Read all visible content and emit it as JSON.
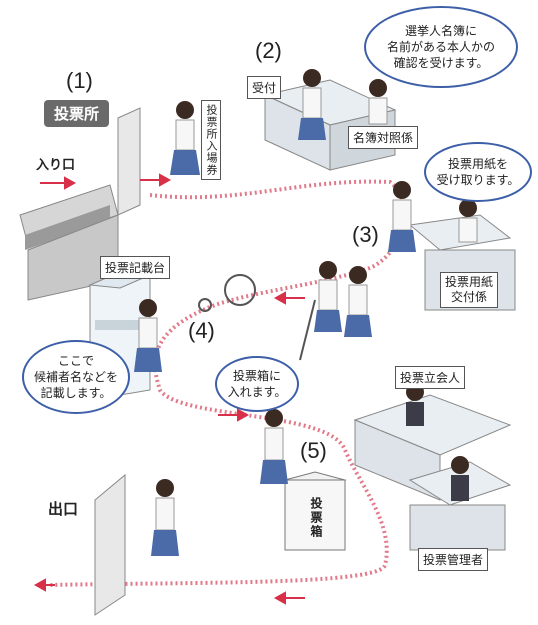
{
  "steps": {
    "s1": "(1)",
    "s2": "(2)",
    "s3": "(3)",
    "s4": "(4)",
    "s5": "(5)"
  },
  "labels": {
    "polling_station": "投票所",
    "entrance": "入り口",
    "exit": "出口",
    "reception": "受付",
    "registry_checker": "名簿対照係",
    "ballot_issuer_line1": "投票用紙",
    "ballot_issuer_line2": "交付係",
    "writing_table": "投票記載台",
    "ballot_box": "投票箱",
    "witness": "投票立会人",
    "manager": "投票管理者",
    "admission_sign": "投票所入場券"
  },
  "bubbles": {
    "registry": [
      "選挙人名簿に",
      "名前がある本人かの",
      "確認を受けます。"
    ],
    "receive_ballot": [
      "投票用紙を",
      "受け取ります。"
    ],
    "write_name": [
      "ここで",
      "候補者名などを",
      "記載します。"
    ],
    "put_in_box": [
      "投票箱に",
      "入れます。"
    ]
  },
  "colors": {
    "path": "#e07a8a",
    "arrow": "#d9304a",
    "bubble_border": "#3d5fa8",
    "skirt": "#4b6aa8",
    "label_dark": "#6a6a6a"
  }
}
